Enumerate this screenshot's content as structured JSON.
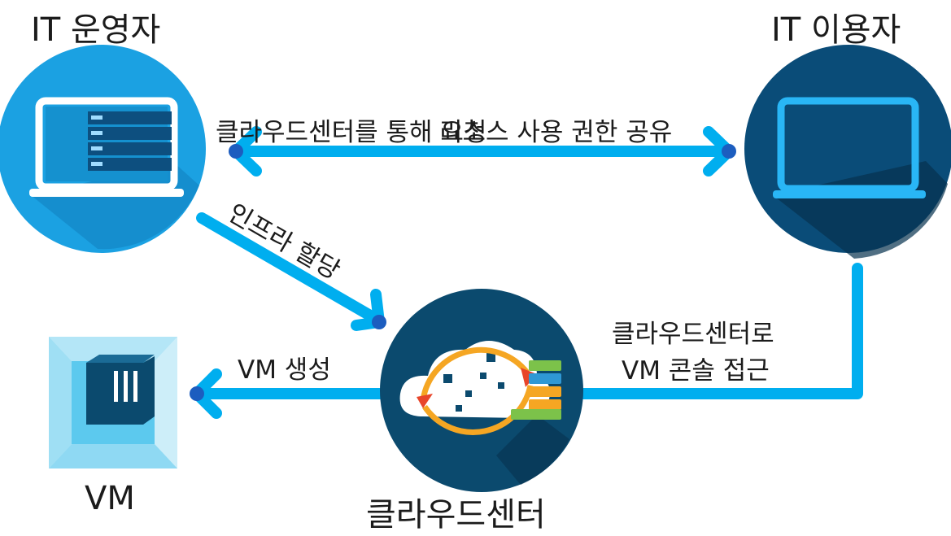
{
  "nodes": {
    "it_operator": {
      "label": "IT 운영자",
      "icon": "server-laptop-icon"
    },
    "it_user": {
      "label": "IT 이용자",
      "icon": "laptop-icon"
    },
    "cloud_center": {
      "label": "클라우드센터",
      "icon": "cloud-sync-icon"
    },
    "vm": {
      "label": "VM",
      "icon": "vm-box-icon"
    }
  },
  "edges": {
    "top": {
      "label_a": "클라우드센터를 통해 요청",
      "label_b": "리소스 사용 권한 공유"
    },
    "infra": {
      "label": "인프라 할당"
    },
    "vm_create": {
      "label": "VM 생성"
    },
    "console": {
      "line1": "클라우드센터로",
      "line2": "VM 콘솔 접근"
    }
  },
  "colors": {
    "arrow": "#00aeef",
    "arrow_head": "#1c5dbf",
    "operator_circle": "#1ba1e2",
    "user_circle": "#0a4c78",
    "cloud_circle": "#0b4a6e",
    "vm_box": "#8fd9f3"
  }
}
